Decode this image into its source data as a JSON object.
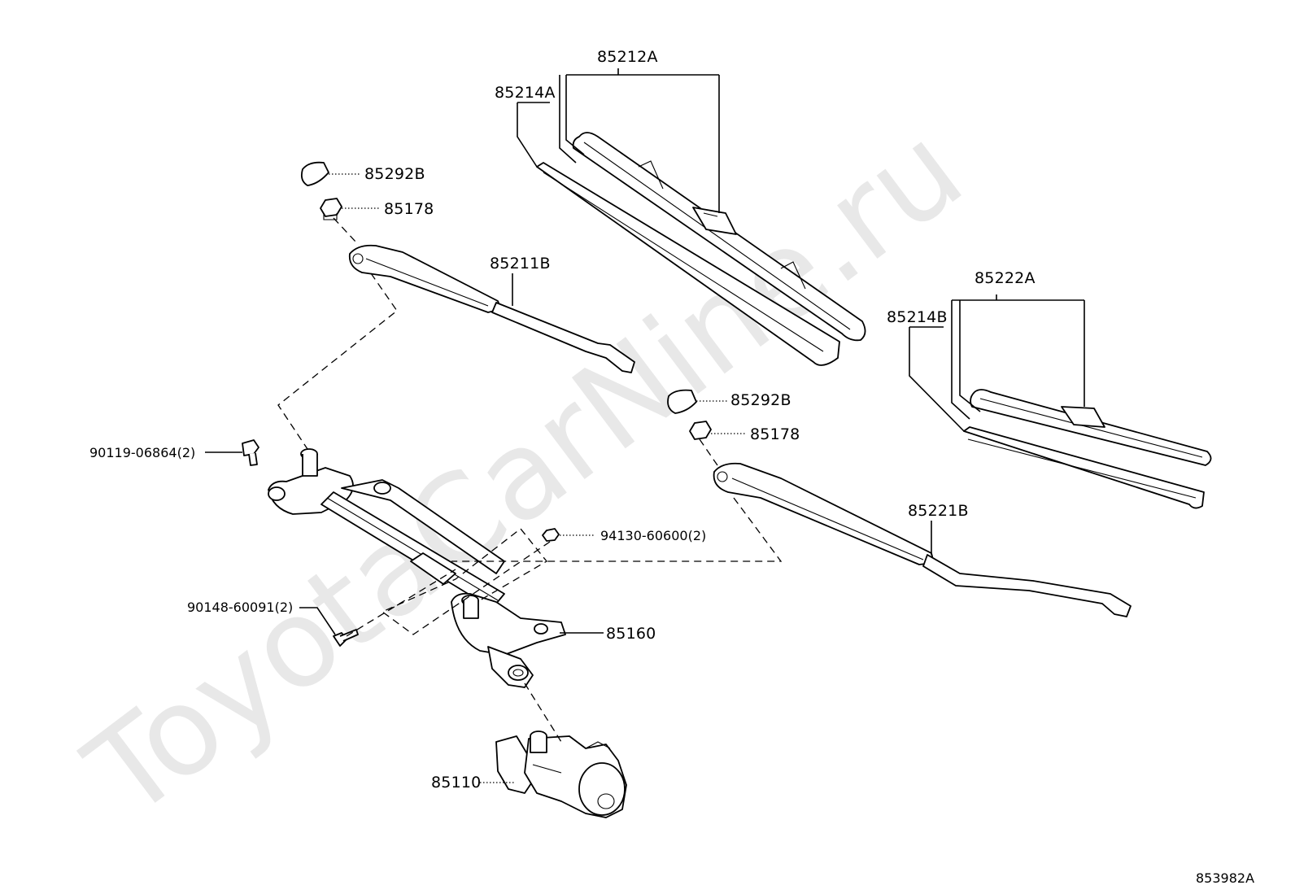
{
  "watermark": "ToyotaCarNine.ru",
  "diagram_code": "853982A",
  "labels": {
    "p85212A": "85212A",
    "p85214A": "85214A",
    "p85292B_left": "85292B",
    "p85178_left": "85178",
    "p85211B": "85211B",
    "p85222A": "85222A",
    "p85214B": "85214B",
    "p85292B_right": "85292B",
    "p85178_right": "85178",
    "p85221B": "85221B",
    "p90119": "90119-06864(2)",
    "p94130": "94130-60600(2)",
    "p90148": "90148-60091(2)",
    "p85160": "85160",
    "p85110": "85110"
  }
}
